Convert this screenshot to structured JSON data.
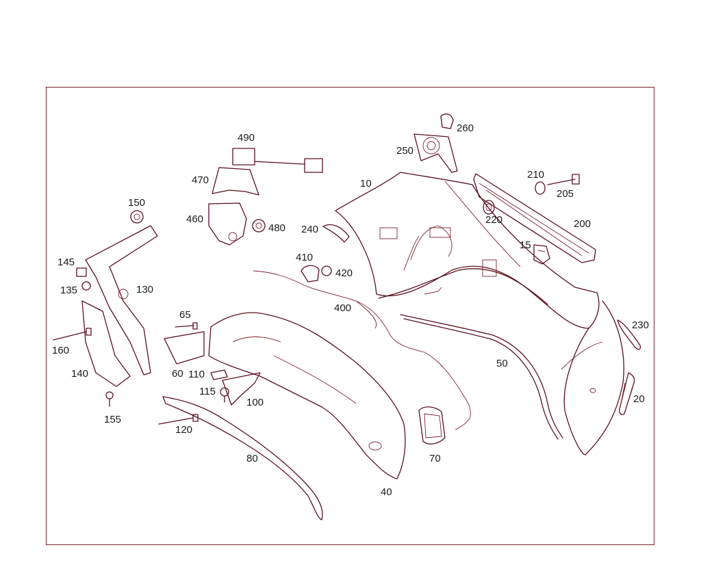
{
  "colors": {
    "line": "#5a0f1c",
    "frame": "#7a1f2b",
    "text": "#1a1a1a",
    "background": "#ffffff"
  },
  "labels": {
    "p10": "10",
    "p15": "15",
    "p20": "20",
    "p40": "40",
    "p50": "50",
    "p60": "60",
    "p65": "65",
    "p70": "70",
    "p80": "80",
    "p100": "100",
    "p110": "110",
    "p115": "115",
    "p120": "120",
    "p130": "130",
    "p135": "135",
    "p140": "140",
    "p145": "145",
    "p150": "150",
    "p155": "155",
    "p160": "160",
    "p200": "200",
    "p205": "205",
    "p210": "210",
    "p220": "220",
    "p230": "230",
    "p240": "240",
    "p250": "250",
    "p260": "260",
    "p400": "400",
    "p410": "410",
    "p420": "420",
    "p460": "460",
    "p470": "470",
    "p480": "480",
    "p490": "490"
  }
}
